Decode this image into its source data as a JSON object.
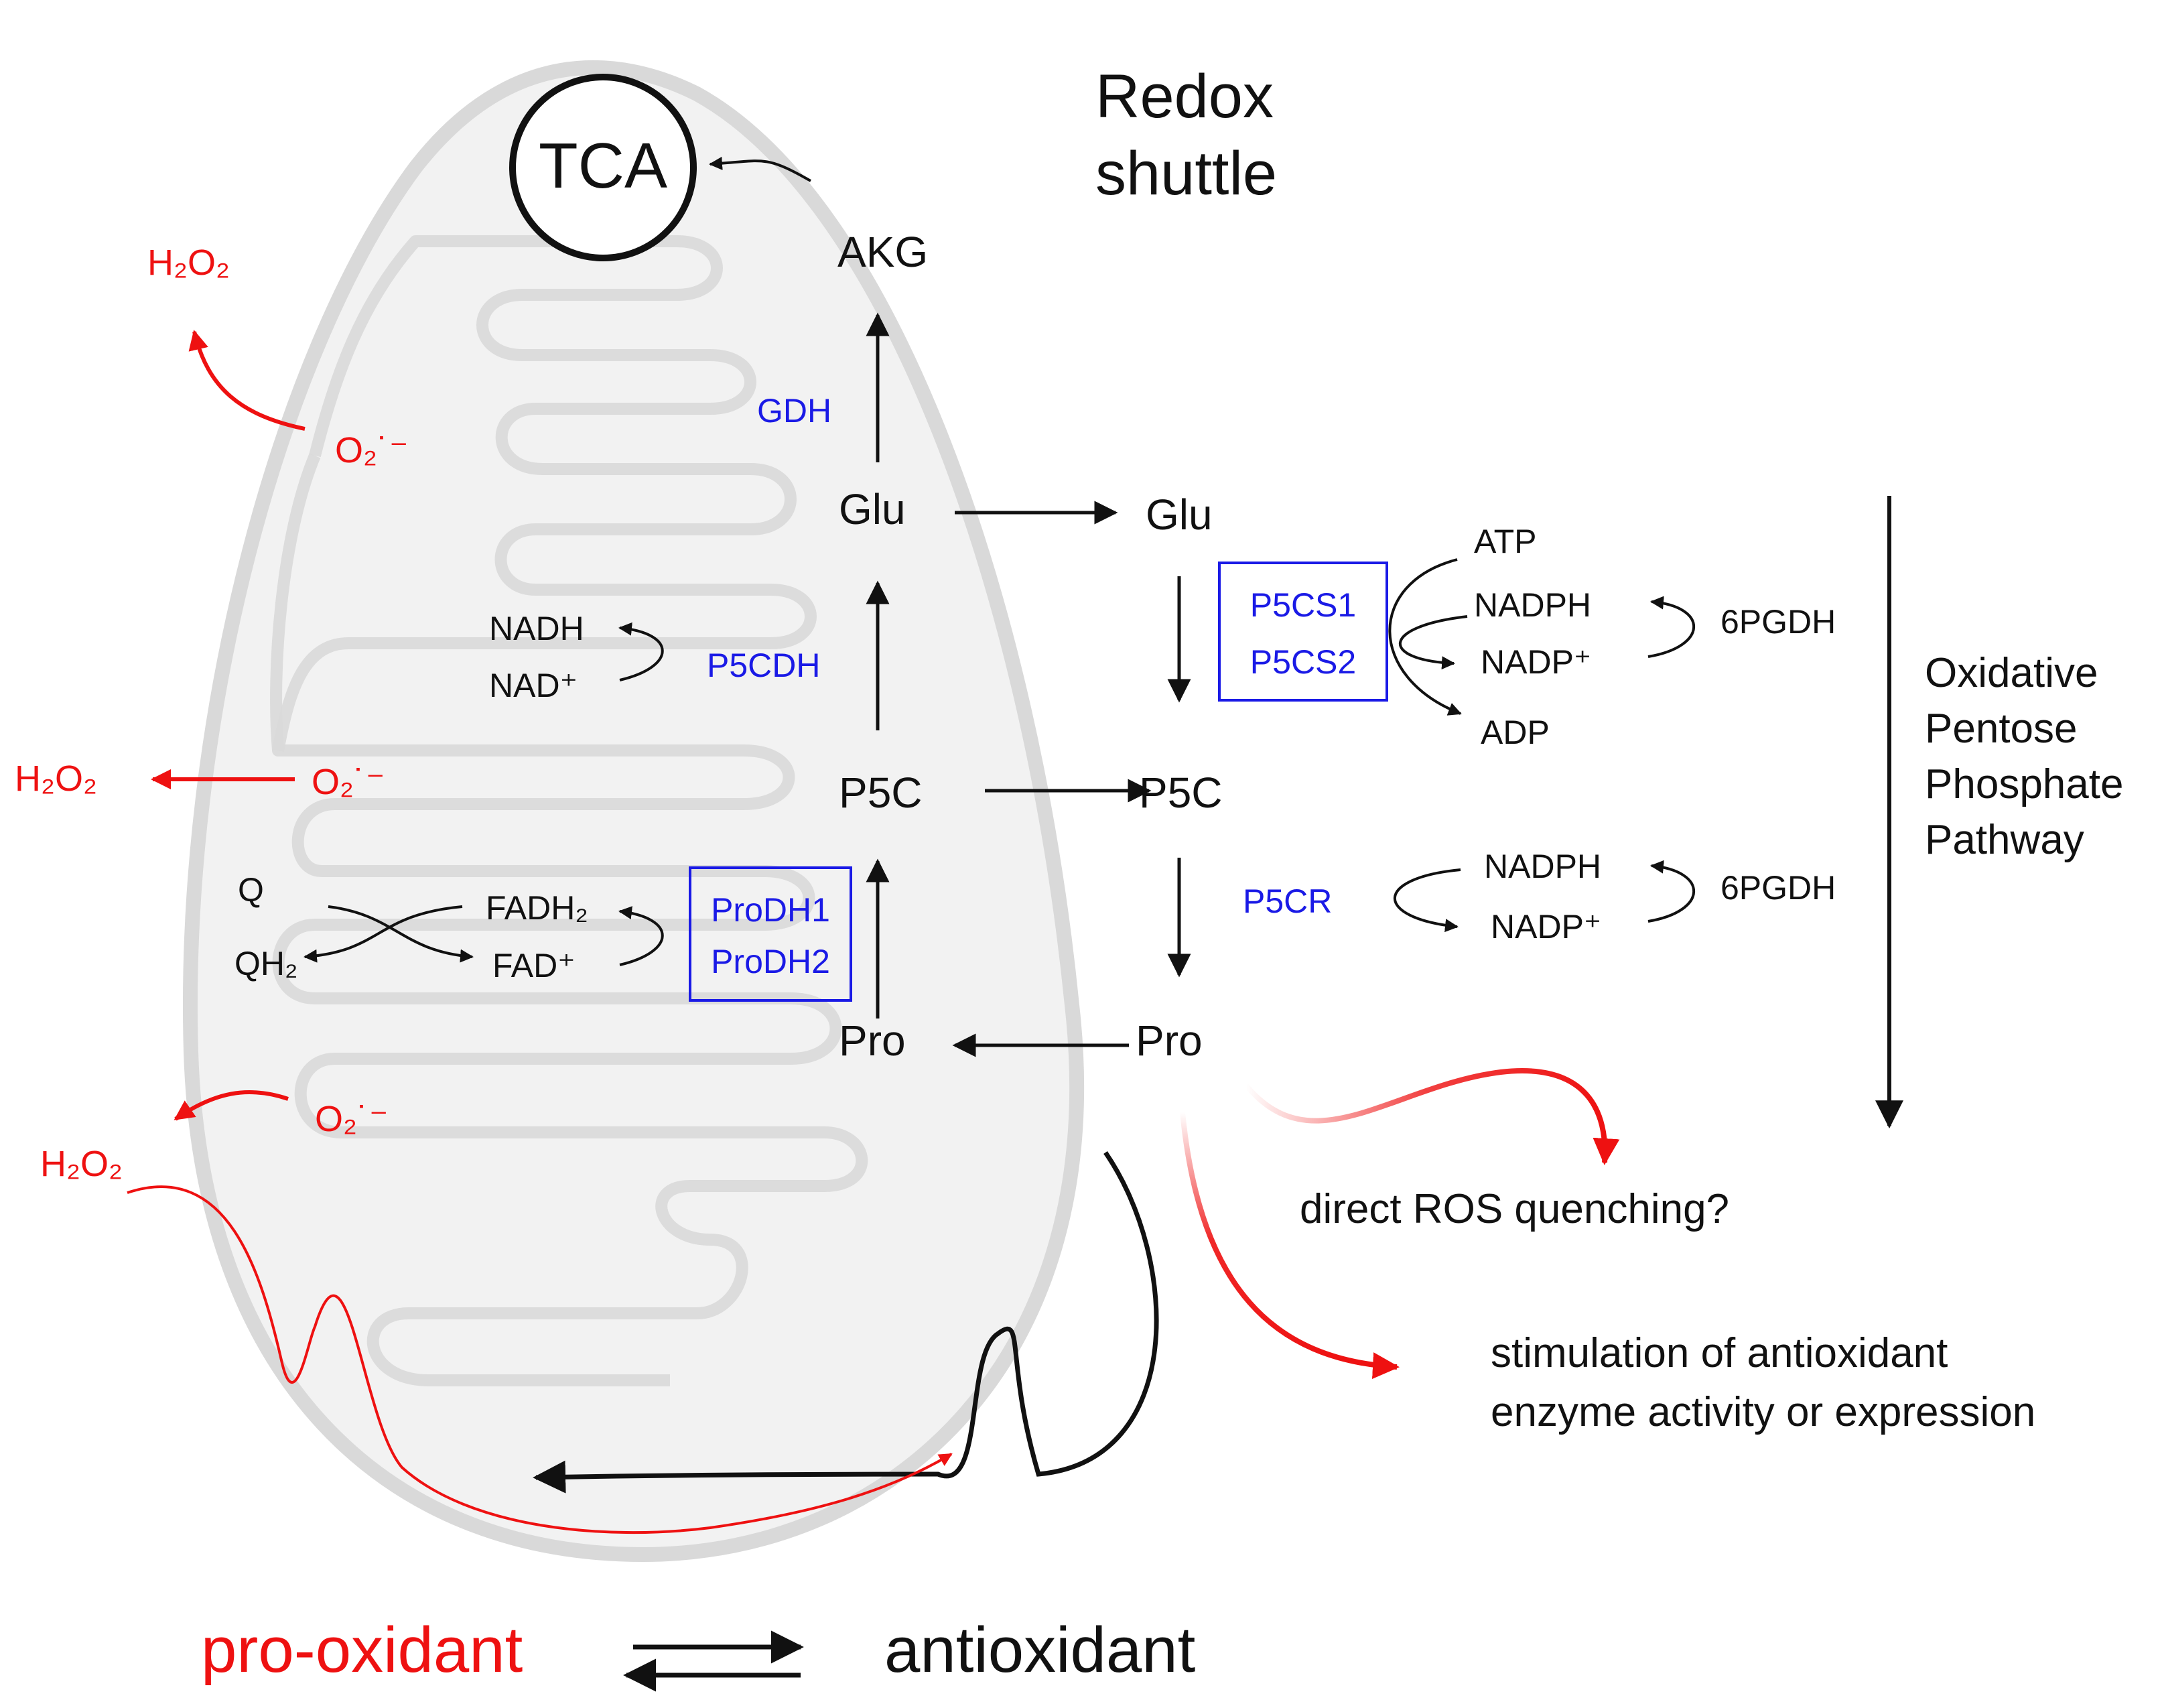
{
  "title_line1": "Redox",
  "title_line2": "shuttle",
  "tca": "TCA",
  "akg": "AKG",
  "gdh": "GDH",
  "glu_mito": "Glu",
  "glu_cyto": "Glu",
  "p5c_mito": "P5C",
  "p5c_cyto": "P5C",
  "pro_mito": "Pro",
  "pro_cyto": "Pro",
  "p5cdh": "P5CDH",
  "nadh": "NADH",
  "nad": "NAD⁺",
  "prodh1": "ProDH1",
  "prodh2": "ProDH2",
  "q": "Q",
  "qh2": "QH₂",
  "fadh2": "FADH₂",
  "fad": "FAD⁺",
  "p5cs1": "P5CS1",
  "p5cs2": "P5CS2",
  "atp": "ATP",
  "nadph_1": "NADPH",
  "nadp_1": "NADP⁺",
  "adp": "ADP",
  "pgdh_1": "6PGDH",
  "p5cr": "P5CR",
  "nadph_2": "NADPH",
  "nadp_2": "NADP⁺",
  "pgdh_2": "6PGDH",
  "oppp_1": "Oxidative",
  "oppp_2": "Pentose",
  "oppp_3": "Phosphate",
  "oppp_4": "Pathway",
  "superoxide": "O₂˙⁻",
  "h2o2": "H₂O₂",
  "direct_ros": "direct ROS quenching?",
  "stim_1": "stimulation of antioxidant",
  "stim_2": "enzyme activity or expression",
  "pro_oxidant": "pro-oxidant",
  "antioxidant": "antioxidant",
  "colors": {
    "enzyme_blue": "#1a1ae6",
    "ros_red": "#ee1111",
    "mito_fill": "#f2f2f2",
    "mito_stroke": "#d9d9d9"
  }
}
